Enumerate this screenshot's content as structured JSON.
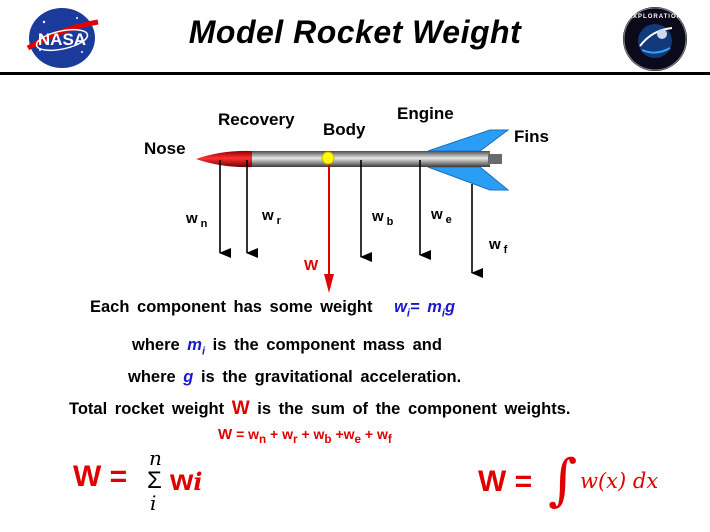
{
  "header": {
    "title": "Model Rocket Weight",
    "left_logo_text": "NASA",
    "right_logo_text": "EXPLORATION"
  },
  "diagram": {
    "labels": {
      "nose": "Nose",
      "recovery": "Recovery",
      "body": "Body",
      "engine": "Engine",
      "fins": "Fins"
    },
    "weights": {
      "wn": {
        "sym": "w",
        "sub": "n"
      },
      "wr": {
        "sym": "w",
        "sub": "r"
      },
      "wb": {
        "sym": "w",
        "sub": "b"
      },
      "we": {
        "sym": "w",
        "sub": "e"
      },
      "wf": {
        "sym": "w",
        "sub": "f"
      },
      "total": "W"
    },
    "colors": {
      "nose_red": "#e00000",
      "fin_blue": "#2a9df4",
      "cg_yellow": "#ffff00",
      "total_arrow": "#e00000"
    }
  },
  "text": {
    "line1_prefix": "Each component has some weight",
    "line1_formula": {
      "w": "w",
      "i": "i",
      "eq": "= m",
      "g": "g"
    },
    "line2_prefix": "where",
    "line2_var": "m",
    "line2_sub": "i",
    "line2_suffix": "is the component mass and",
    "line3_prefix": "where",
    "line3_var": "g",
    "line3_suffix": "is the gravitational acceleration.",
    "line4_prefix": "Total rocket weight",
    "line4_var": "W",
    "line4_suffix": "is the sum of the component weights.",
    "sum_line": {
      "W": "W",
      "eq": "= w",
      "n": "n",
      "p1": "+ w",
      "r": "r",
      "p2": "+ w",
      "b": "b",
      "p3": "+w",
      "e": "e",
      "p4": "+ w",
      "f": "f"
    }
  },
  "equations": {
    "left": {
      "W": "W",
      "eq": "=",
      "sigma": "Σ",
      "upper": "n",
      "lower": "i",
      "w": "w",
      "sub": "i"
    },
    "right": {
      "W": "W",
      "eq": "=",
      "integral": "∫",
      "body": "w(x) dx"
    }
  }
}
